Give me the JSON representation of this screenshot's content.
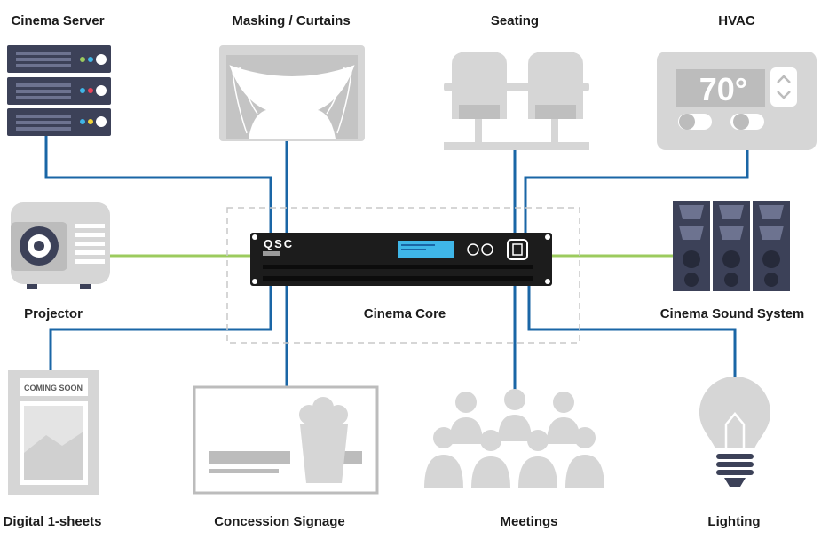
{
  "colors": {
    "link_blue": "#1a66a6",
    "link_green": "#9ccb5e",
    "device_gray": "#d6d6d6",
    "device_dark": "#3c4158",
    "core_black": "#1c1c1c",
    "screen_cyan": "#3fb6e8"
  },
  "labels": {
    "cinema_server": "Cinema Server",
    "masking": "Masking / Curtains",
    "seating": "Seating",
    "hvac": "HVAC",
    "projector": "Projector",
    "cinema_core": "Cinema Core",
    "sound_system": "Cinema Sound System",
    "digital_sheets": "Digital 1-sheets",
    "concession": "Concession Signage",
    "meetings": "Meetings",
    "lighting": "Lighting"
  },
  "core": {
    "brand": "QSC"
  },
  "hvac": {
    "temperature": "70°"
  },
  "poster": {
    "banner": "COMING SOON"
  }
}
